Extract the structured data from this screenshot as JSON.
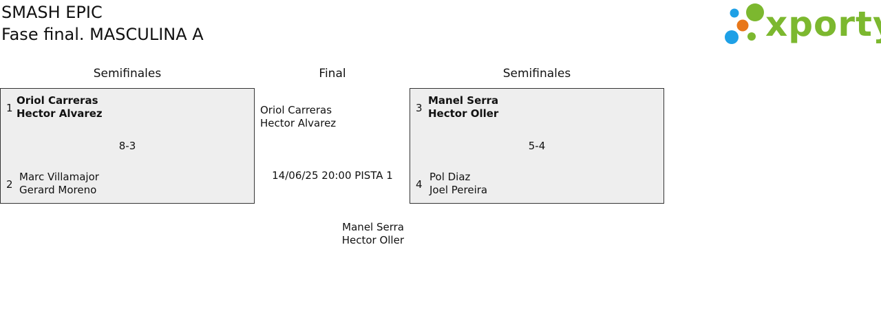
{
  "header": {
    "tournament": "SMASH EPIC",
    "phase": "Fase final. MASCULINA A"
  },
  "logo": {
    "text": "xporty",
    "colors": {
      "green": "#7cb82f",
      "blue": "#1ea0e6",
      "orange": "#e8771a"
    }
  },
  "rounds": {
    "left": "Semifinales",
    "center": "Final",
    "right": "Semifinales"
  },
  "left_match": {
    "team1": {
      "seed": "1",
      "player1": "Oriol Carreras",
      "player2": "Hector Alvarez"
    },
    "team2": {
      "seed": "2",
      "player1": "Marc Villamajor",
      "player2": "Gerard Moreno"
    },
    "score": "8-3"
  },
  "right_match": {
    "team1": {
      "seed": "3",
      "player1": "Manel Serra",
      "player2": "Hector Oller"
    },
    "team2": {
      "seed": "4",
      "player1": "Pol Diaz",
      "player2": "Joel Pereira"
    },
    "score": "5-4"
  },
  "final": {
    "team1": {
      "player1": "Oriol Carreras",
      "player2": "Hector Alvarez"
    },
    "schedule": "14/06/25 20:00 PISTA 1",
    "team2": {
      "player1": "Manel Serra",
      "player2": "Hector Oller"
    }
  }
}
